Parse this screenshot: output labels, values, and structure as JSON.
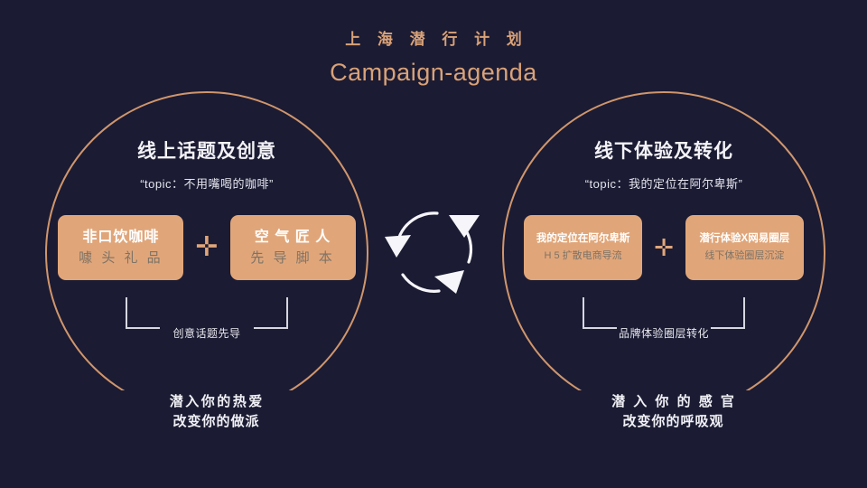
{
  "header": {
    "title_cn": "上 海 潜 行 计 划",
    "title_en": "Campaign-agenda",
    "accent_color": "#d9a278"
  },
  "background_color": "#1b1b33",
  "circle_stroke_color": "#d0966c",
  "box_fill_color": "#e0a67a",
  "panels": [
    {
      "id": "online",
      "title": "线上话题及创意",
      "topic": "“topic：不用嘴喝的咖啡”",
      "boxes": [
        {
          "main": "非口饮咖啡",
          "sub": "噱 头 礼 品"
        },
        {
          "main": "空 气 匠 人",
          "sub": "先 导 脚 本"
        }
      ],
      "plus": "✛",
      "bracket_label": "创意话题先导",
      "tagline_line1": "潜入你的热爱",
      "tagline_line2": "改变你的做派"
    },
    {
      "id": "offline",
      "title": "线下体验及转化",
      "topic": "“topic：我的定位在阿尔卑斯”",
      "boxes": [
        {
          "main": "我的定位在阿尔卑斯",
          "sub": "H 5 扩散电商导流"
        },
        {
          "main": "潜行体验X网易圈层",
          "sub": "线下体验圈层沉淀"
        }
      ],
      "plus": "✛",
      "bracket_label": "品牌体验圈层转化",
      "tagline_line1": "潜 入 你 的 感 官",
      "tagline_line2": "改变你的呼吸观"
    }
  ],
  "cycle_icon": {
    "name": "cycle-arrows-icon",
    "color": "#f5f5fa",
    "segments": 3
  }
}
